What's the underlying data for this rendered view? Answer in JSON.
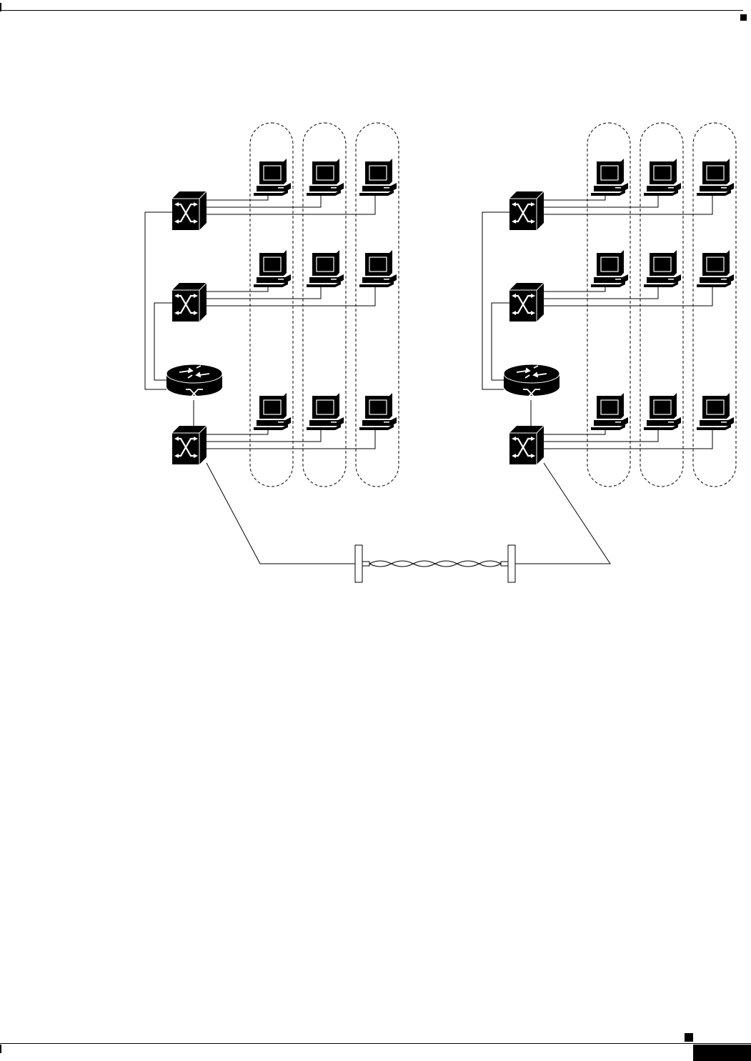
{
  "page": {
    "header_rule": true,
    "footer_rule": true,
    "page_number": ""
  },
  "diagram": {
    "description_free": true,
    "sites": [
      {
        "id": "left-site",
        "devices": [
          "switch",
          "switch",
          "router",
          "switch"
        ],
        "vlan_groups": 3,
        "workstations_per_switch": 3
      },
      {
        "id": "right-site",
        "devices": [
          "switch",
          "switch",
          "router",
          "switch"
        ],
        "vlan_groups": 3,
        "workstations_per_switch": 3
      }
    ],
    "interconnect": "twisted-pair-link",
    "icons": {
      "switch": "switch-icon",
      "router": "router-icon",
      "workstation": "workstation-icon",
      "connector": "connector-icon"
    },
    "colors": {
      "ink": "#000000",
      "paper": "#ffffff"
    }
  }
}
